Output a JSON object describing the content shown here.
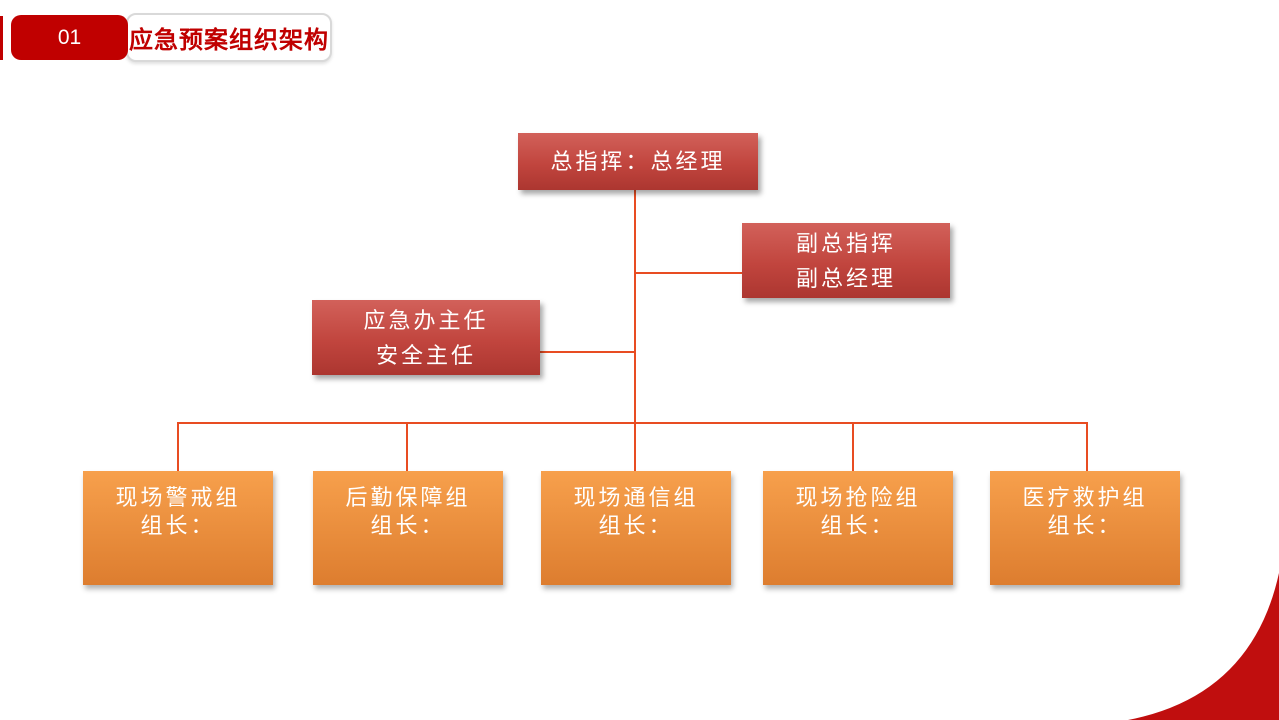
{
  "header": {
    "section_number": "01",
    "section_title": "应急预案组织架构"
  },
  "org_chart": {
    "commander": {
      "title": "总指挥：总经理"
    },
    "deputy_commander": {
      "line1": "副总指挥",
      "line2": "副总经理"
    },
    "emergency_office": {
      "line1": "应急办主任",
      "line2": "安全主任"
    },
    "groups": [
      {
        "name": "现场警戒组",
        "leader_label": "组长："
      },
      {
        "name": "后勤保障组",
        "leader_label": "组长："
      },
      {
        "name": "现场通信组",
        "leader_label": "组长："
      },
      {
        "name": "现场抢险组",
        "leader_label": "组长："
      },
      {
        "name": "医疗救护组",
        "leader_label": "组长："
      }
    ]
  },
  "colors": {
    "badge_red": "#C00000",
    "box_red_top": "#D2615A",
    "box_red_mid": "#C1453E",
    "box_red_bottom": "#AC3630",
    "box_orange_top": "#F7A04C",
    "box_orange_bottom": "#DD7D2F",
    "connector": "#E84C22",
    "corner_red": "#C00E0E"
  }
}
